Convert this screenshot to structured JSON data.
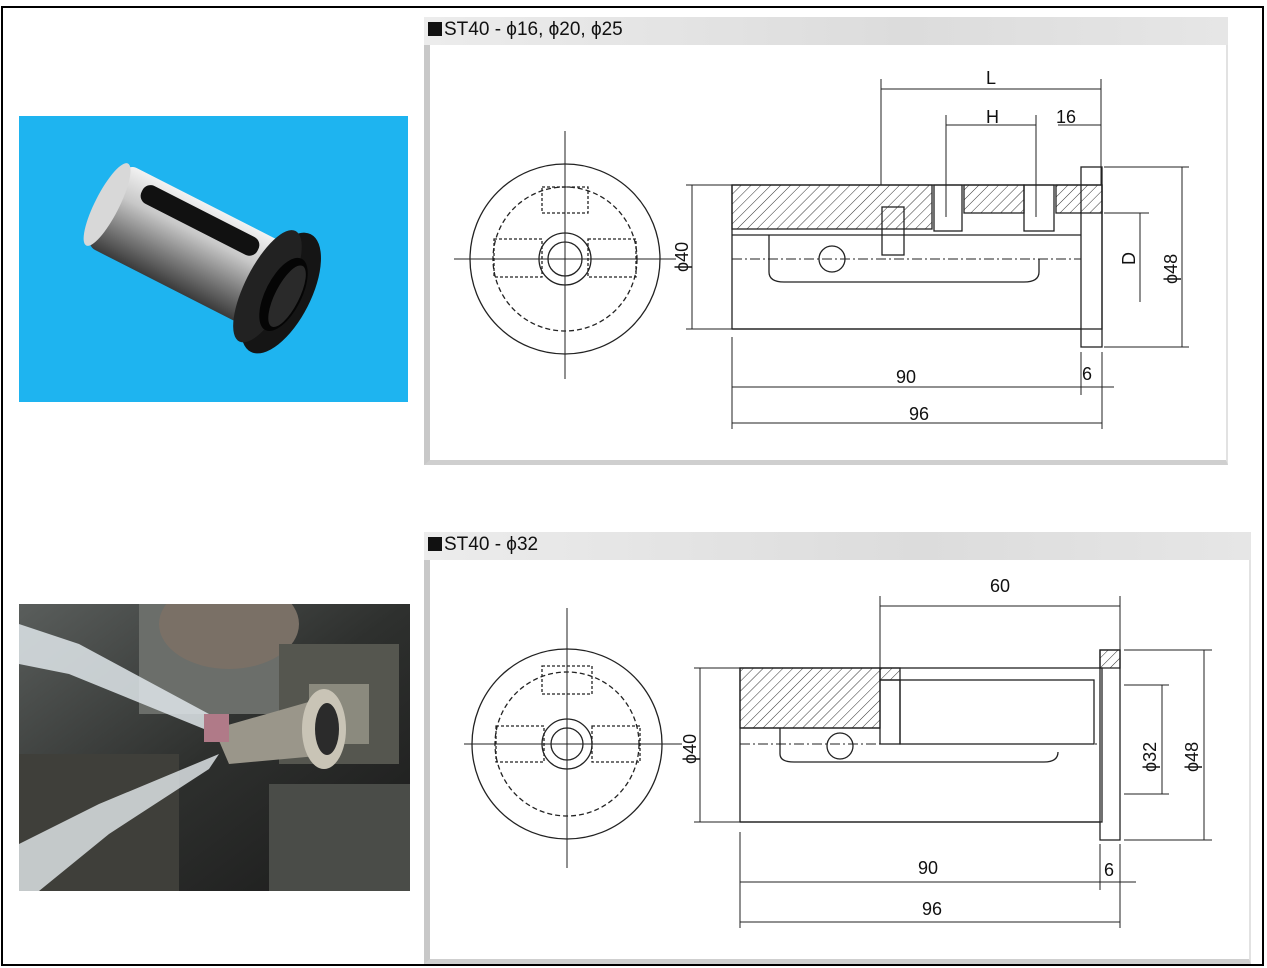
{
  "panels": [
    {
      "title": "ST40 - ϕ16,  ϕ20,  ϕ25",
      "dims": {
        "L": "L",
        "H": "H",
        "flange_offset": "16",
        "inner_dia": "ϕ40",
        "bore": "D",
        "outer_dia": "ϕ48",
        "length_inner": "90",
        "flange": "6",
        "length_total": "96"
      }
    },
    {
      "title": "ST40 - ϕ32",
      "dims": {
        "groove": "60",
        "inner_dia": "ϕ40",
        "bore": "ϕ32",
        "outer_dia": "ϕ48",
        "length_inner": "90",
        "flange": "6",
        "length_total": "96"
      }
    }
  ],
  "photos": [
    {
      "name": "sleeve-product-photo",
      "background": "#1eb4f0"
    },
    {
      "name": "lathe-machining-photo",
      "background": "#3a3a38"
    }
  ]
}
